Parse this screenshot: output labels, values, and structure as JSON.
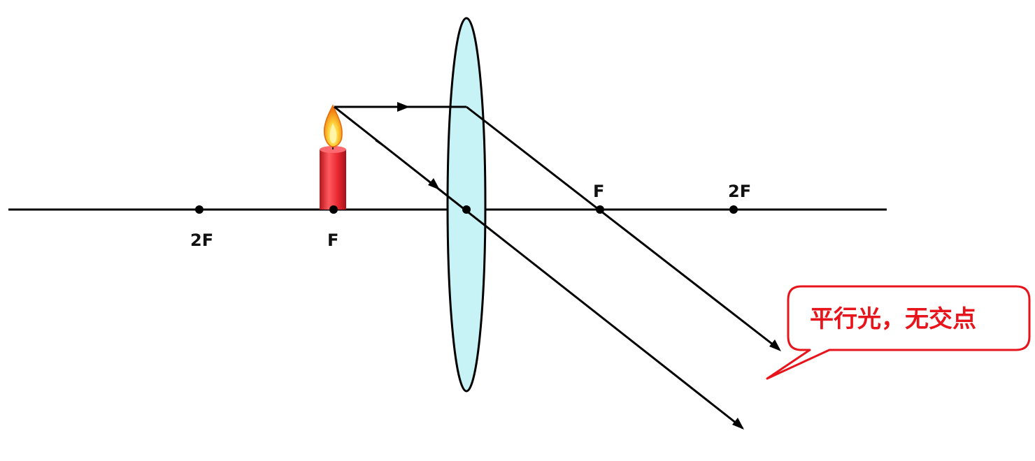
{
  "labels": {
    "left_2f": "2F",
    "left_f": "F",
    "right_f": "F",
    "right_2f": "2F"
  },
  "callout": {
    "text": "平行光，无交点"
  },
  "colors": {
    "lens_fill": "#c7f2f6",
    "line": "#000000",
    "callout_border": "#e8141b",
    "callout_text": "#e8141b",
    "candle_body": "#e8262f",
    "flame_outer": "#f28b17",
    "flame_inner": "#ffe04a"
  }
}
